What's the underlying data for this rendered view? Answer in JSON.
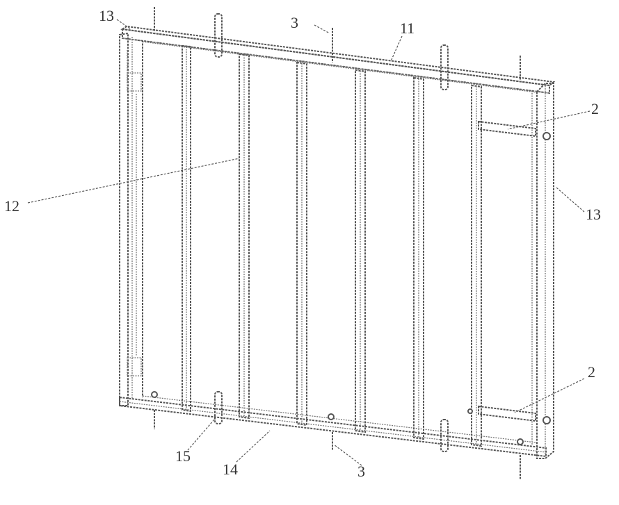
{
  "labels": {
    "top_left_13": "13",
    "top_3": "3",
    "top_11": "11",
    "right_upper_2": "2",
    "left_12": "12",
    "right_13": "13",
    "right_lower_2": "2",
    "bottom_15": "15",
    "bottom_14": "14",
    "bottom_3": "3"
  }
}
